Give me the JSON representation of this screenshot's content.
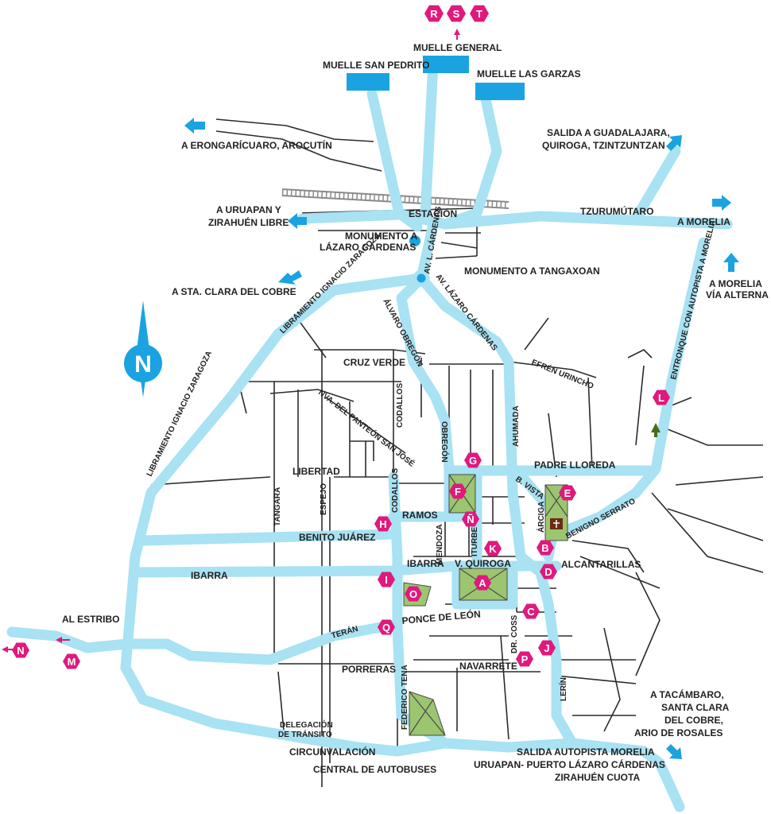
{
  "colors": {
    "road_major": "#a8e2f3",
    "road_minor": "#2b2b2b",
    "marker": "#e0197d",
    "plaza": "#9cc56f",
    "dock": "#1aa3e0",
    "arrow": "#1aa3e0",
    "compass": "#1aa3e0"
  },
  "compass": {
    "letter": "N",
    "icon": "north-compass-icon"
  },
  "docks": {
    "san_pedrito": "MUELLE SAN PEDRITO",
    "general": "MUELLE GENERAL",
    "las_garzas": "MUELLE LAS GARZAS"
  },
  "markers_top": [
    "R",
    "S",
    "T"
  ],
  "markers": {
    "A": "A",
    "B": "B",
    "C": "C",
    "D": "D",
    "E": "E",
    "F": "F",
    "G": "G",
    "H": "H",
    "I": "I",
    "J": "J",
    "K": "K",
    "L": "L",
    "M": "M",
    "N": "N",
    "Ñ": "Ñ",
    "O": "O",
    "P": "P",
    "Q": "Q"
  },
  "destinations": {
    "erongaricuaro": "A ERONGARÍCUARO, AROCUTÍN",
    "uruapan_1": "A URUAPAN Y",
    "uruapan_2": "ZIRAHUÉN LIBRE",
    "sta_clara": "A STA. CLARA DEL COBRE",
    "guadalajara_1": "SALIDA A GUADALAJARA,",
    "guadalajara_2": "QUIROGA, TZINTZUNTZAN",
    "morelia": "A MORELIA",
    "morelia_alt_1": "A MORELIA",
    "morelia_alt_2": "VÍA ALTERNA",
    "estribo": "AL ESTRIBO",
    "tacambaro_1": "A TACÁMBARO,",
    "tacambaro_2": "SANTA CLARA",
    "tacambaro_3": "DEL COBRE,",
    "tacambaro_4": "ARIO DE ROSALES",
    "autopista_1": "SALIDA AUTOPISTA MORELIA",
    "autopista_2": "URUAPAN- PUERTO LÁZARO CÁRDENAS",
    "autopista_3": "ZIRAHUÉN CUOTA"
  },
  "landmarks": {
    "estacion": "ESTACIÓN",
    "tzurumutaro": "TZURUMÚTARO",
    "monumento_lc_1": "MONUMENTO A",
    "monumento_lc_2": "LÁZARO CÁRDENAS",
    "monumento_tangaxoan": "MONUMENTO A TANGAXOAN",
    "delegacion_1": "DELEGACIÓN",
    "delegacion_2": "DE TRÁNSITO",
    "central": "CENTRAL DE AUTOBUSES"
  },
  "streets": {
    "lib_zaragoza_n": "LIBRAMIENTO IGNACIO ZARAGOZA",
    "lib_zaragoza_w": "LIBRAMIENTO IGNACIO ZARAGOZA",
    "av_l_cardenas": "AV. L. CÁRDENAS",
    "av_lazaro_cardenas": "AV. LÁZARO CÁRDENAS",
    "alvaro_obregon": "ÁLVARO OBREGÓN",
    "entronque": "ENTRONQUE CON AUTOPISTA A MORELIA",
    "cruz_verde": "CRUZ VERDE",
    "efren_urincho": "EFRÉN URINCHO",
    "panteon": "NVA. DEL PANTEÓN SAN JOSÉ",
    "codallos_1": "CODALLOS",
    "codallos_2": "CODALLOS",
    "obregon": "OBREGÓN",
    "ahumada": "AHUMADA",
    "padre_lloreda": "PADRE LLOREDA",
    "b_vista": "B. VISTA",
    "libertad": "LIBERTAD",
    "tangara": "TANGARA",
    "espejo": "ESPEJO",
    "ramos": "RAMOS",
    "arciga": "ÁRCIGA",
    "benigno_serrato": "BENIGNO SERRATO",
    "benito_juarez": "BENITO JUÁREZ",
    "mendoza": "MENDOZA",
    "iturbe": "ITURBE",
    "ibarra_w": "IBARRA",
    "ibarra_c": "IBARRA",
    "v_quiroga": "V. QUIROGA",
    "alcantarillas": "ALCANTARILLAS",
    "ponce_de_leon": "PONCE DE LEÓN",
    "teran": "TERÁN",
    "dr_coss": "DR. COSS",
    "porreras": "PORRERAS",
    "navarrete": "NAVARRETE",
    "federico_tena": "FEDERICO TENA",
    "lerin": "LERÍN",
    "circunvalacion": "CIRCUNVALACIÓN"
  }
}
